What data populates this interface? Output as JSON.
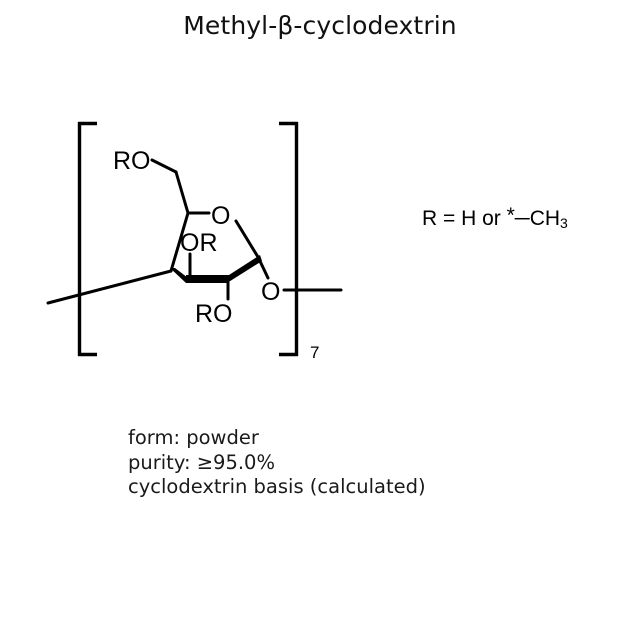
{
  "title": "Methyl-β-cyclodextrin",
  "structure": {
    "name": "methyl-beta-cyclodextrin-repeat-unit",
    "labels": {
      "ro_top": "RO",
      "or_ring": "OR",
      "ro_bottom": "RO",
      "ring_oxygen": "O",
      "glycosidic_oxygen": "O",
      "repeat_count": "7"
    }
  },
  "legend": {
    "prefix": "R = H or ",
    "star": "*",
    "dash": "─",
    "group": "CH",
    "group_sub": "3",
    "full_text": "R = H or *─CH3"
  },
  "specs": [
    "form: powder",
    "purity: ≥95.0%",
    "cyclodextrin basis (calculated)"
  ],
  "colors": {
    "ink": "#000000",
    "background": "#ffffff",
    "title_ink": "#111111",
    "spec_ink": "#1a1a1a"
  }
}
